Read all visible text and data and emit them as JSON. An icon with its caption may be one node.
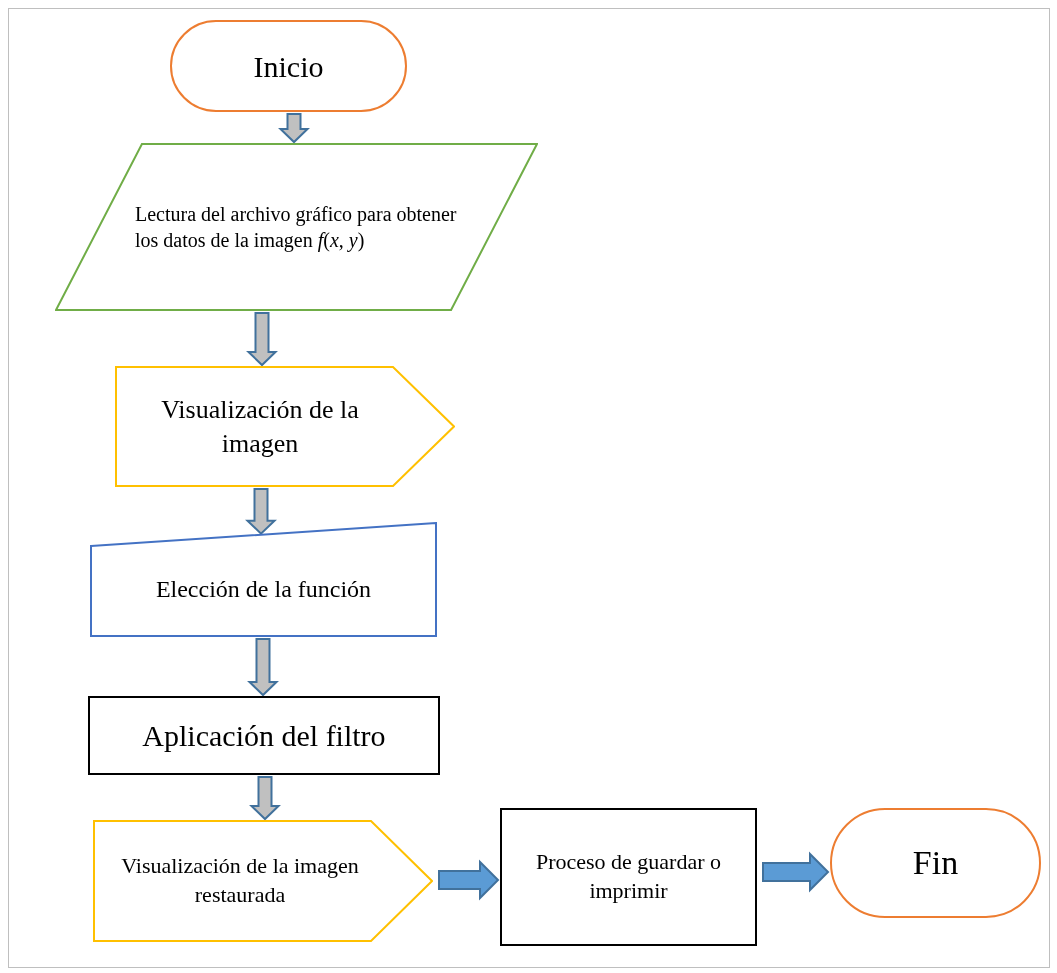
{
  "diagram": {
    "nodes": [
      {
        "text": [
          "Inicio"
        ]
      },
      {
        "text": [
          "Lectura del archivo gráfico para obtener los datos de la imagen *f*(*x*, *y*)"
        ]
      },
      {
        "text": [
          "Visualización de la imagen"
        ]
      },
      {
        "text": [
          "Elección de la función"
        ]
      },
      {
        "text": [
          "Aplicación del filtro"
        ]
      },
      {
        "text": [
          "Visualización de la imagen restaurada"
        ]
      },
      {
        "text": [
          "Proceso de guardar o imprimir"
        ]
      },
      {
        "text": [
          "Fin"
        ]
      }
    ],
    "edges": [
      {
        "from": 0,
        "to": 1,
        "arrow": "to"
      },
      {
        "from": 1,
        "to": 2,
        "arrow": "to"
      },
      {
        "from": 2,
        "to": 3,
        "arrow": "to"
      },
      {
        "from": 3,
        "to": 4,
        "arrow": "to"
      },
      {
        "from": 4,
        "to": 5,
        "arrow": "to"
      },
      {
        "from": 5,
        "to": 6,
        "arrow": "to",
        "color": "#5b9bd5"
      },
      {
        "from": 6,
        "to": 7,
        "arrow": "to",
        "color": "#5b9bd5"
      }
    ]
  }
}
